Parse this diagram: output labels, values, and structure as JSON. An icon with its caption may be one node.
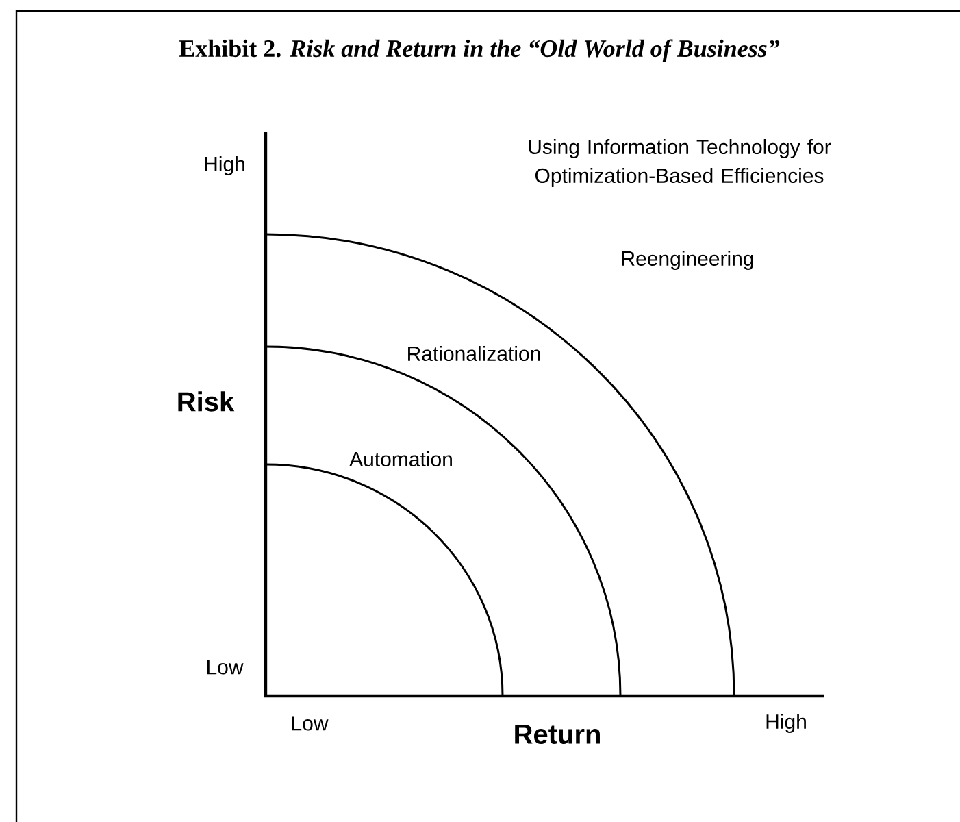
{
  "diagram": {
    "title": "Exhibit 2. *Risk and Return in the “Old World of Business”*",
    "labels": [
      "Using Information Technology for Optimization-Based Efficiencies",
      "High",
      "Reengineering",
      "Rationalization",
      "Risk",
      "Automation",
      "Low",
      "Low",
      "Return",
      "High"
    ]
  }
}
